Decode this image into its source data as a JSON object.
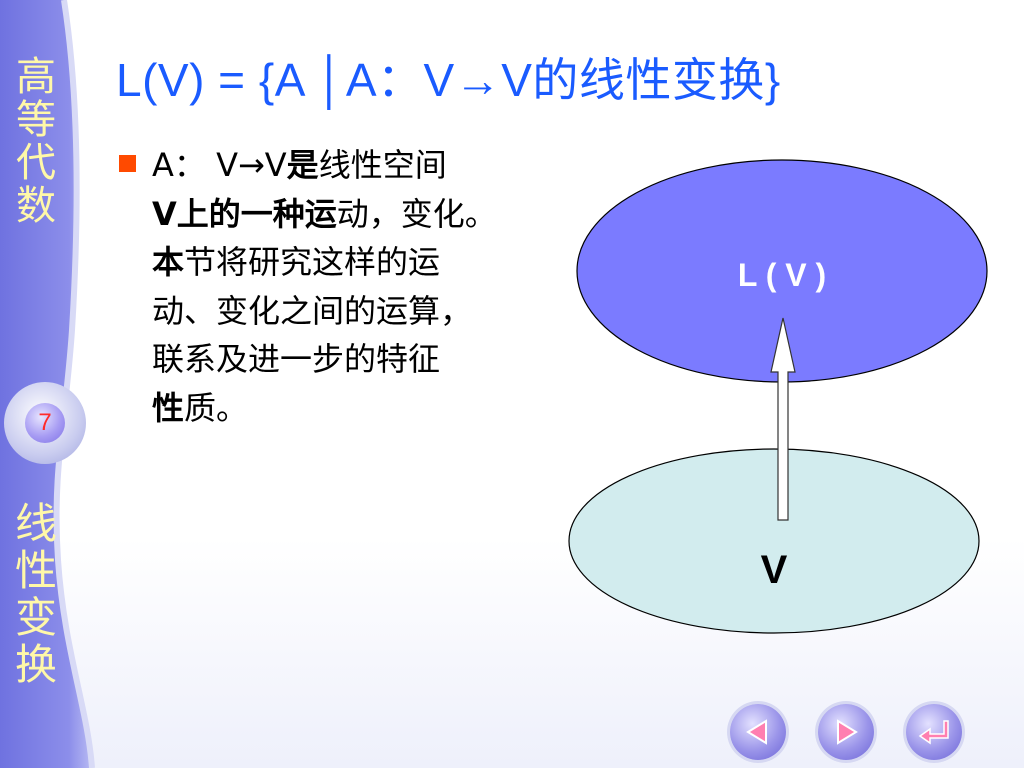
{
  "sidebar": {
    "course_title": "高\n等\n代\n数",
    "chapter_number": "7",
    "chapter_title": "线\n性\n变\n换"
  },
  "slide": {
    "title": "L(V) = {A │A：V→V的线性变换}",
    "body_lines": [
      [
        {
          "t": "A： V→V",
          "b": false
        },
        {
          "t": "是",
          "b": true
        },
        {
          "t": "线性空间",
          "b": false
        }
      ],
      [
        {
          "t": "V上的一种运",
          "b": true
        },
        {
          "t": "动，变化。",
          "b": false
        }
      ],
      [
        {
          "t": "本",
          "b": true
        },
        {
          "t": "节将研究这样的运",
          "b": false
        }
      ],
      [
        {
          "t": "动、变化之间的运算，",
          "b": false
        }
      ],
      [
        {
          "t": "联系及进一步的特征",
          "b": false
        }
      ],
      [
        {
          "t": "性",
          "b": true
        },
        {
          "t": "质。",
          "b": false
        }
      ]
    ]
  },
  "diagram": {
    "top_label": "L ( V )",
    "bottom_label": "V",
    "top_color": "#7b7bff",
    "bottom_color": "#d2ecee"
  },
  "navigation": {
    "prev_icon": "left-arrow-icon",
    "next_icon": "right-arrow-icon",
    "return_icon": "return-arrow-icon"
  },
  "colors": {
    "sidebar": "#7c7ee6",
    "title": "#1a5bff",
    "bullet": "#ff4a00",
    "sidebar_text": "#fff8a8"
  }
}
